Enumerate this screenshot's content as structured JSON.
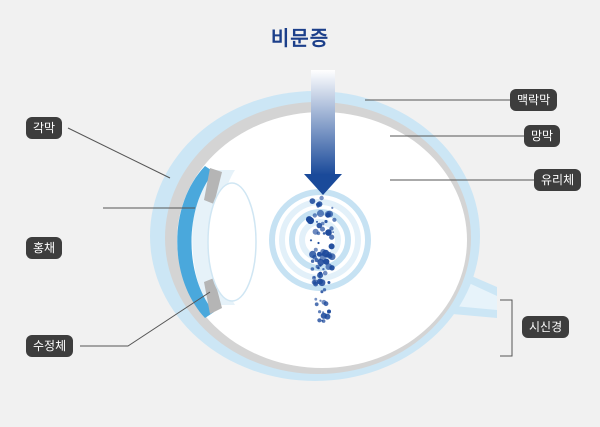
{
  "title": "비문증",
  "labels": {
    "cornea": "각막",
    "iris": "홍채",
    "lens": "수정체",
    "sclera": "맥락막",
    "retina": "망막",
    "vitreous": "유리체",
    "optic_nerve": "시신경"
  },
  "colors": {
    "background": "#f1f1f1",
    "outer_layer": "#cce6f5",
    "retina_layer": "#d4d4d4",
    "cornea": "#4aa8dc",
    "floaters": "#1d4a9c",
    "arrow": "#1a4a9a",
    "label_bg": "#3d3d3d"
  }
}
